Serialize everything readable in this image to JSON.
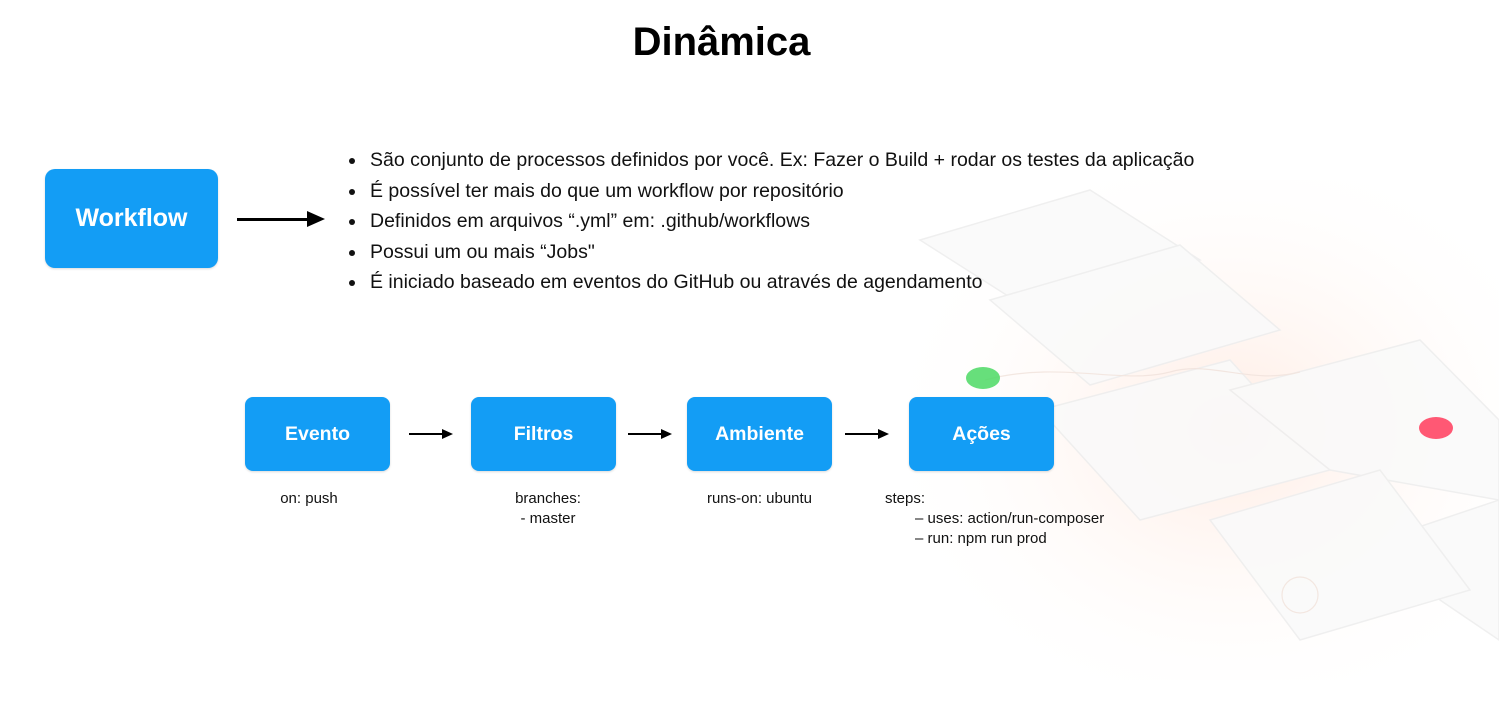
{
  "title": "Dinâmica",
  "workflow": {
    "label": "Workflow",
    "bullets": [
      "São conjunto de processos definidos por você. Ex: Fazer o Build + rodar os testes da aplicação",
      "É possível ter mais do que um workflow por repositório",
      "Definidos em arquivos “.yml” em: .github/workflows",
      "Possui um ou mais “Jobs\"",
      "É iniciado baseado em eventos do GitHub ou através de agendamento"
    ]
  },
  "flow": {
    "steps": [
      {
        "label": "Evento",
        "notes": [
          "on: push"
        ]
      },
      {
        "label": "Filtros",
        "notes": [
          "branches:",
          "- master"
        ]
      },
      {
        "label": "Ambiente",
        "notes": [
          "runs-on: ubuntu"
        ]
      },
      {
        "label": "Ações",
        "notes": [
          "steps:",
          "–  uses:  action/run-composer",
          "–  run: npm run prod"
        ]
      }
    ]
  },
  "colors": {
    "box": "#139df5",
    "text": "#111111",
    "decor_green": "#4cd964",
    "decor_red": "#ff3b5c"
  }
}
